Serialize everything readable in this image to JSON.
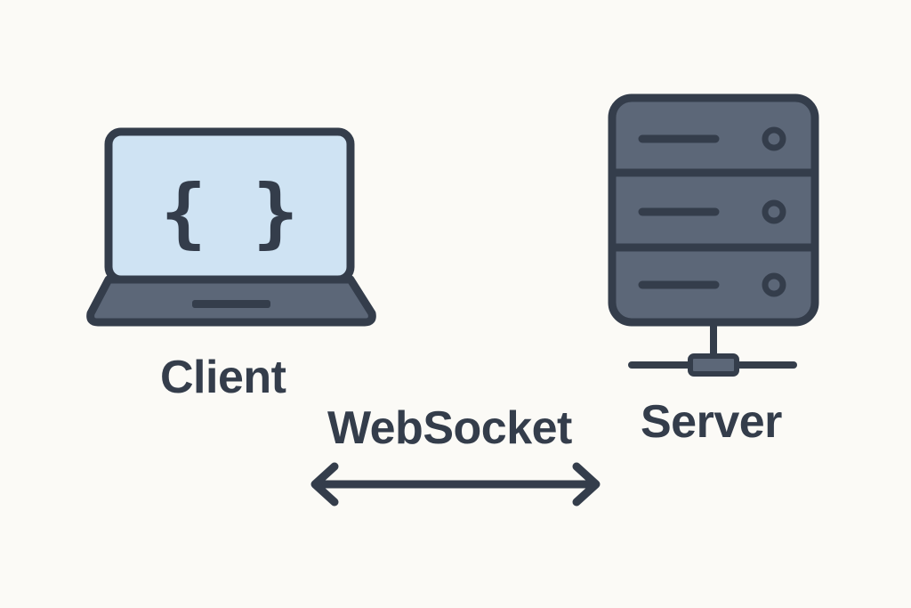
{
  "diagram": {
    "client": {
      "label": "Client",
      "icon": "laptop-icon",
      "screen_glyph": "{ }"
    },
    "server": {
      "label": "Server",
      "icon": "server-rack-icon"
    },
    "connection": {
      "label": "WebSocket",
      "icon": "bidirectional-arrow-icon"
    },
    "colors": {
      "background": "#fbfaf6",
      "stroke": "#343d4b",
      "screen": "#cfe3f3",
      "device_body": "#5c6778"
    }
  }
}
